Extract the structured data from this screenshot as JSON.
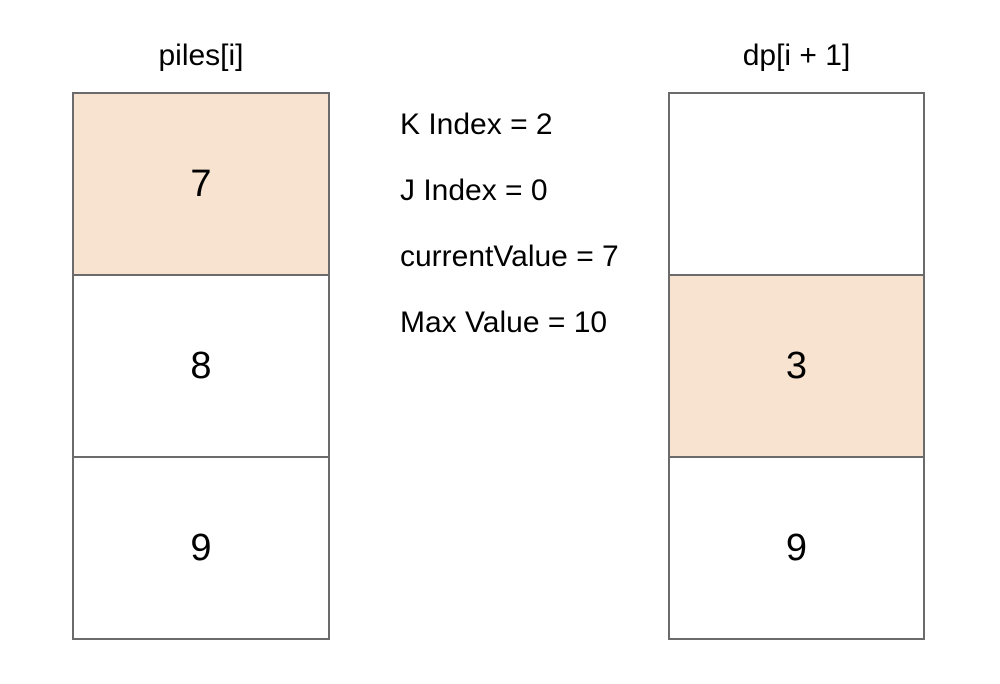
{
  "left_array": {
    "title": "piles[i]",
    "cells": [
      {
        "value": "7",
        "highlighted": true
      },
      {
        "value": "8",
        "highlighted": false
      },
      {
        "value": "9",
        "highlighted": false
      }
    ]
  },
  "right_array": {
    "title": "dp[i + 1]",
    "cells": [
      {
        "value": "",
        "highlighted": false
      },
      {
        "value": "3",
        "highlighted": true
      },
      {
        "value": "9",
        "highlighted": false
      }
    ]
  },
  "state_panel": {
    "lines": [
      "K Index = 2",
      "J Index = 0",
      "currentValue = 7",
      "Max Value = 10"
    ]
  },
  "colors": {
    "highlight_fill": "#f8e3d0",
    "cell_fill": "#ffffff",
    "cell_border": "#6b6b6b",
    "text": "#000000",
    "background": "#ffffff"
  }
}
